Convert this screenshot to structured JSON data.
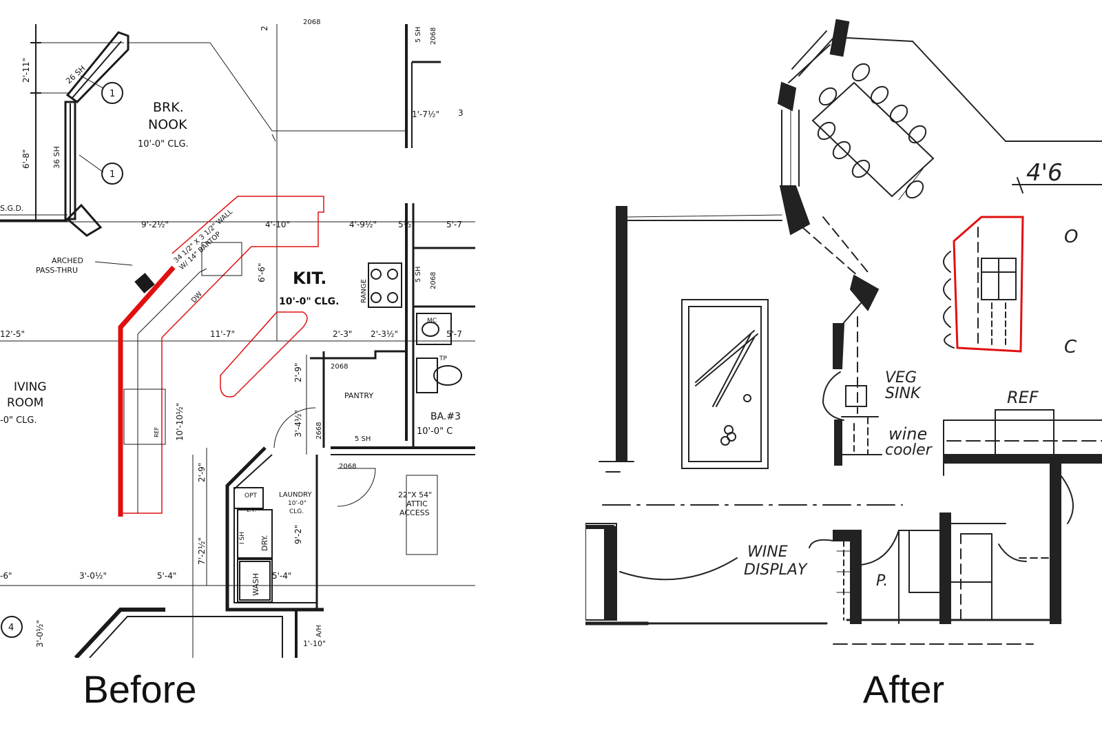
{
  "captions": {
    "before": "Before",
    "after": "After"
  },
  "colors": {
    "highlight": "#e01010",
    "ink": "#1a1a1a",
    "background": "#ffffff"
  },
  "before": {
    "rooms": {
      "nook_name1": "BRK.",
      "nook_name2": "NOOK",
      "nook_clg": "10'-0\" CLG.",
      "kit_name": "KIT.",
      "kit_clg": "10'-0\" CLG.",
      "living_name1": "IVING",
      "living_name2": "ROOM",
      "living_clg": "-0\" CLG.",
      "pantry": "PANTRY",
      "laundry1": "LAUNDRY",
      "laundry2": "10'-0\"",
      "laundry3": "CLG.",
      "bath": "BA.#3",
      "bath_clg": "10'-0\" C",
      "attic1": "22\"X 54\"",
      "attic2": "ATTIC",
      "attic3": "ACCESS"
    },
    "notes": {
      "arched1": "ARCHED",
      "arched2": "PASS-THRU",
      "sgd": "S.G.D.",
      "bartop1": "34 1/2\" X 3 1/2\" WALL",
      "bartop2": "W/ 14\" BARTOP",
      "range": "RANGE",
      "dw": "DW",
      "ref": "REF",
      "sh": "5 SH",
      "sh2": "5 SH",
      "sh3": "5 SH",
      "sh26": "26 SH",
      "sh36": "36 SH",
      "tp": "TP",
      "mc": "MC",
      "opt": "OPT",
      "lt": "L.T.",
      "dry": "DRY.",
      "wash": "WASH",
      "ah": "A/H",
      "ish": "I SH",
      "door2068a": "2068",
      "door2068b": "2068",
      "door2668": "2668",
      "door2068c": "2068",
      "door2068d": "2068",
      "door2068e": "2068"
    },
    "dims": {
      "d1": "2'-11\"",
      "d2": "6'-8\"",
      "d3": "9'-2½\"",
      "d4": "4'-10\"",
      "d5": "4'-9½\"",
      "d6": "5'-7",
      "d7": "12'-5\"",
      "d8": "11'-7\"",
      "d9": "2'-3\"",
      "d10": "2'-3½\"",
      "d11": "5'-7",
      "d12": "6'-6\"",
      "d13": "10'-10½\"",
      "d14": "2'-9\"",
      "d15": "3'-4½\"",
      "d16": "2'-9\"",
      "d17": "7'-2½\"",
      "d18": "9'-2\"",
      "d19": "3'-0½\"",
      "d20": "5'-4\"",
      "d21": "1'-7½\"",
      "d22": "5'-4\"",
      "d23": "3'-0½\"",
      "d24": "-6\"",
      "d25": "1'-10\"",
      "d26": "3",
      "d27": "5½\"",
      "d28": "2"
    },
    "tags": {
      "t1": "1",
      "t2": "1",
      "t3": "4"
    }
  },
  "after": {
    "labels": {
      "dim": "4'6",
      "veg1": "VEG",
      "veg2": "SINK",
      "wine1": "wine",
      "wine2": "cooler",
      "ref": "REF",
      "display1": "WINE",
      "display2": "DISPLAY",
      "pantry": "P.",
      "edge1": "O",
      "edge2": "C"
    }
  }
}
